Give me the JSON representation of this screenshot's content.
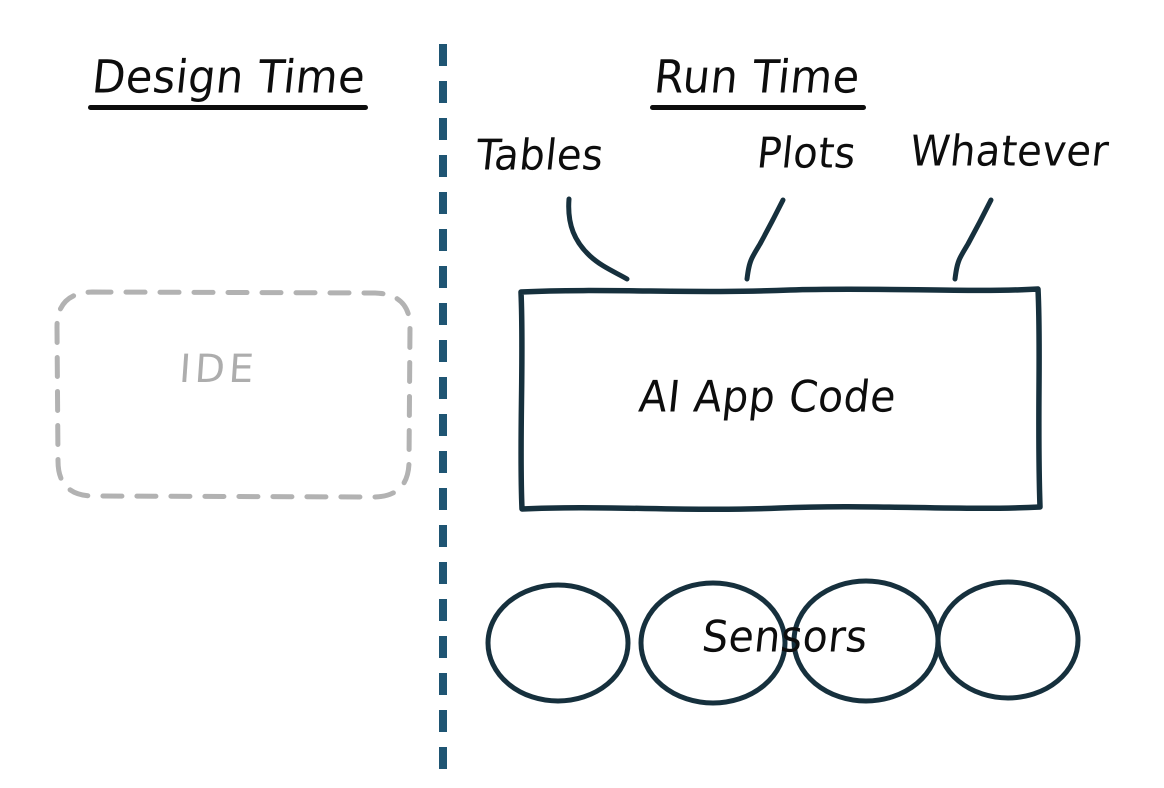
{
  "diagram": {
    "title_left": "Design Time",
    "title_right": "Run Time",
    "panels": {
      "design_time": {
        "heading": "Design Time",
        "ide_box_label": "IDE",
        "ide_box_state": "dashed-faded"
      },
      "run_time": {
        "heading": "Run Time",
        "main_box_label": "AI App Code",
        "callouts": [
          {
            "label": "Tables"
          },
          {
            "label": "Plots"
          },
          {
            "label": "Whatever"
          }
        ],
        "sensors_label": "Sensors",
        "sensor_count": 4
      }
    },
    "colors": {
      "ink": "#0d0d0d",
      "stroke_navy": "#16303d",
      "divider_blue": "#1f5573",
      "faded_gray": "#adadad",
      "background": "#ffffff"
    }
  }
}
